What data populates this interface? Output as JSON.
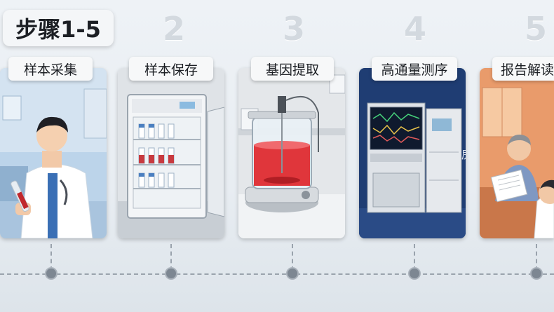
{
  "title": "步骤1-5",
  "steps": [
    {
      "number": "",
      "label": "样本采集"
    },
    {
      "number": "2",
      "label": "样本保存"
    },
    {
      "number": "3",
      "label": "基因提取"
    },
    {
      "number": "4",
      "label": "高通量测序"
    },
    {
      "number": "5",
      "label": "报告解读"
    }
  ],
  "sequencer_side_text": "房",
  "colors": {
    "card1_bg": "#b9d2e8",
    "card2_bg": "#d9dde2",
    "card3_bg": "#e2e5e8",
    "card4_bg": "#1f3d73",
    "card5_bg": "#e89a6a",
    "timeline": "#9aa3ad",
    "dot": "#7d8792"
  },
  "icons": [
    "doctor-illustration",
    "refrigerator-illustration",
    "extraction-device-illustration",
    "sequencer-illustration",
    "consultation-illustration"
  ]
}
